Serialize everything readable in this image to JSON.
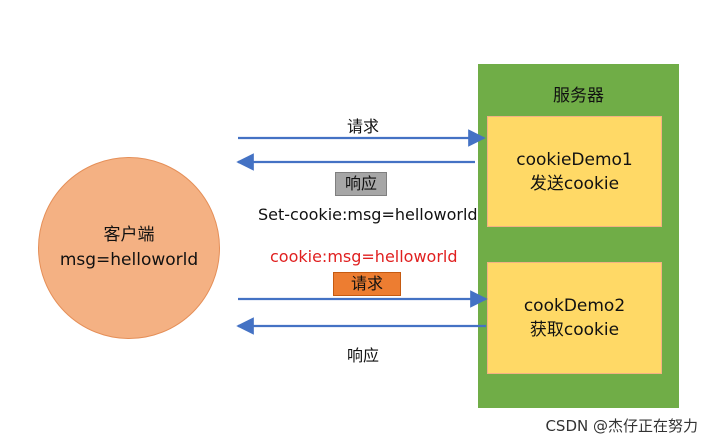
{
  "client": {
    "title": "客户端",
    "value": "msg=helloworld"
  },
  "server": {
    "title": "服务器",
    "servlet_one": {
      "name": "cookieDemo1",
      "action": "发送cookie"
    },
    "servlet_two": {
      "name": "cookDemo2",
      "action": "获取cookie"
    }
  },
  "labels": {
    "request_top": "请求",
    "response_tag": "响应",
    "set_cookie": "Set-cookie:msg=helloworld",
    "cookie_header": "cookie:msg=helloworld",
    "request_tag": "请求",
    "response_bottom": "响应"
  },
  "watermark": "CSDN @杰仔正在努力",
  "colors": {
    "client_fill": "#f4b183",
    "server_fill": "#70ad47",
    "servlet_fill": "#ffd966",
    "arrow": "#4472c4",
    "cookie_text": "#e02020",
    "response_tag_fill": "#a6a6a6",
    "request_tag_fill": "#ed7d31"
  }
}
